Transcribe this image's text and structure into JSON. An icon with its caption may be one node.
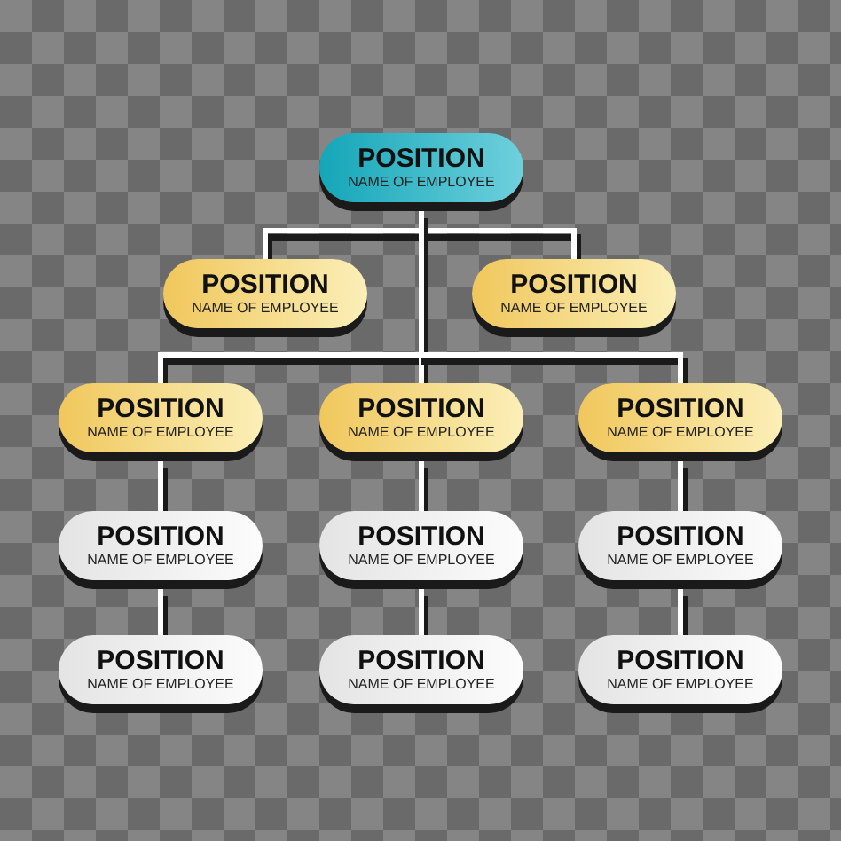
{
  "diagram": {
    "nodes": [
      {
        "text": [
          "POSITION",
          "NAME OF EMPLOYEE"
        ]
      },
      {
        "text": [
          "POSITION",
          "NAME OF EMPLOYEE"
        ]
      },
      {
        "text": [
          "POSITION",
          "NAME OF EMPLOYEE"
        ]
      },
      {
        "text": [
          "POSITION",
          "NAME OF EMPLOYEE"
        ]
      },
      {
        "text": [
          "POSITION",
          "NAME OF EMPLOYEE"
        ]
      },
      {
        "text": [
          "POSITION",
          "NAME OF EMPLOYEE"
        ]
      },
      {
        "text": [
          "POSITION",
          "NAME OF EMPLOYEE"
        ]
      },
      {
        "text": [
          "POSITION",
          "NAME OF EMPLOYEE"
        ]
      },
      {
        "text": [
          "POSITION",
          "NAME OF EMPLOYEE"
        ]
      },
      {
        "text": [
          "POSITION",
          "NAME OF EMPLOYEE"
        ]
      },
      {
        "text": [
          "POSITION",
          "NAME OF EMPLOYEE"
        ]
      },
      {
        "text": [
          "POSITION",
          "NAME OF EMPLOYEE"
        ]
      }
    ],
    "edges": [
      {
        "from": 0,
        "to": 1,
        "arrow": "none"
      },
      {
        "from": 0,
        "to": 2,
        "arrow": "none"
      },
      {
        "from": 0,
        "to": 3,
        "arrow": "none"
      },
      {
        "from": 0,
        "to": 4,
        "arrow": "none"
      },
      {
        "from": 0,
        "to": 5,
        "arrow": "none"
      },
      {
        "from": 3,
        "to": 6,
        "arrow": "none"
      },
      {
        "from": 6,
        "to": 9,
        "arrow": "none"
      },
      {
        "from": 4,
        "to": 7,
        "arrow": "none"
      },
      {
        "from": 7,
        "to": 10,
        "arrow": "none"
      },
      {
        "from": 5,
        "to": 8,
        "arrow": "none"
      },
      {
        "from": 8,
        "to": 11,
        "arrow": "none"
      }
    ]
  }
}
